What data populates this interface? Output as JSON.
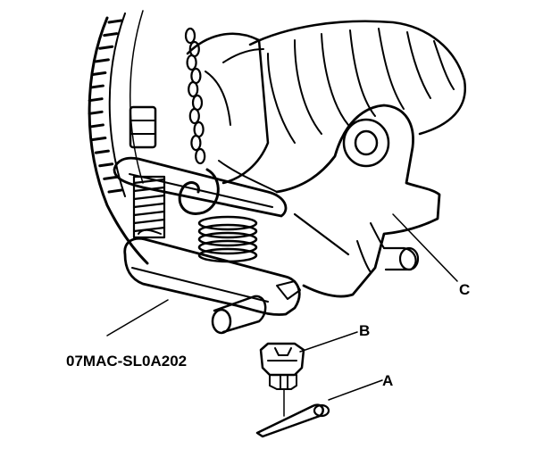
{
  "labels": {
    "a": "A",
    "b": "B",
    "c": "C",
    "tool": "07MAC-SL0A202"
  },
  "colors": {
    "line": "#000000",
    "background": "#ffffff",
    "fill_light": "#ffffff"
  },
  "icons": {
    "chain": "chain-icon",
    "cotter_pin": "cotter-pin-icon",
    "castle_nut": "castle-nut-icon"
  }
}
